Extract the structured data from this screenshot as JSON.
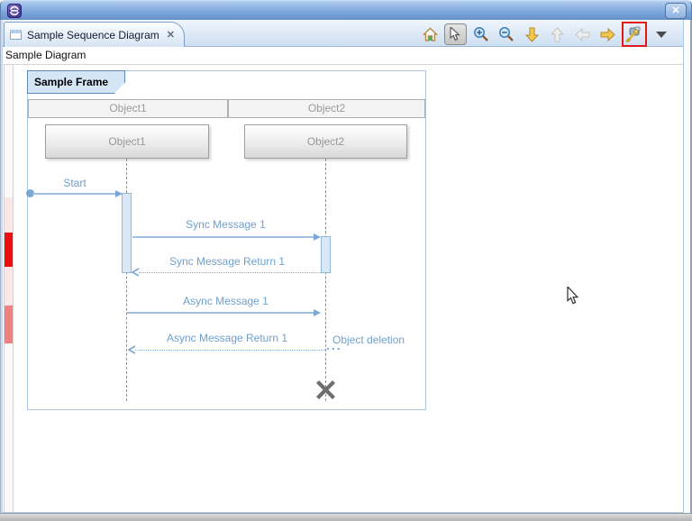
{
  "titlebar": {
    "close_glyph": "✕"
  },
  "tab": {
    "title": "Sample Sequence Diagram",
    "close_glyph": "✕"
  },
  "breadcrumb": {
    "label": "Sample Diagram"
  },
  "toolbar": {
    "icons": [
      "home",
      "select-cursor",
      "zoom-in",
      "zoom-out",
      "scroll-down",
      "scroll-up",
      "scroll-left",
      "scroll-right",
      "sd-filters",
      "view-menu"
    ],
    "highlight_color": "#e01818"
  },
  "diagram": {
    "frame_label": "Sample Frame",
    "lifelines": [
      {
        "header": "Object1",
        "box": "Object1"
      },
      {
        "header": "Object2",
        "box": "Object2"
      }
    ],
    "messages": {
      "start": "Start",
      "sync1": "Sync Message 1",
      "sync_return1": "Sync Message Return 1",
      "async1": "Async Message 1",
      "async_return1": "Async Message Return 1",
      "deletion": "Object deletion",
      "ellipsis": "..."
    },
    "colors": {
      "message_text": "#6f9fce",
      "message_line": "#9fc0e2",
      "activation_fill": "#d9e8f7",
      "frame_border": "#a9c6e2",
      "marker_red": "#ee1010",
      "marker_salmon": "#f18080",
      "destroy_x": "#6e6e6e"
    }
  }
}
